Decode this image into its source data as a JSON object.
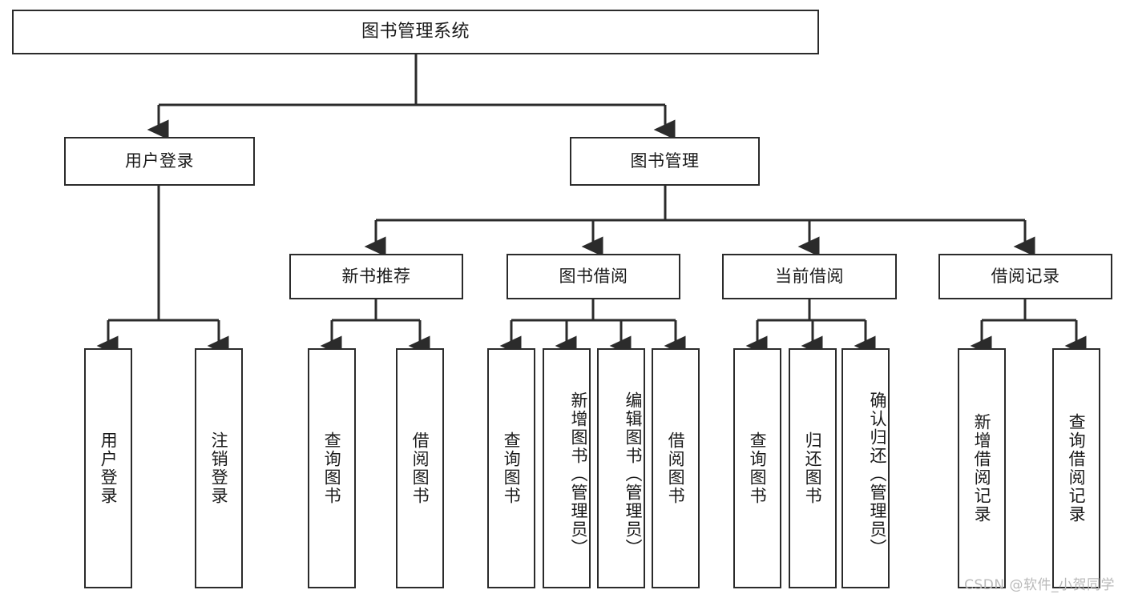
{
  "diagram": {
    "title": "图书管理系统",
    "watermark": "CSDN @软件_小贺同学",
    "line_color": "#2b2b2b",
    "box_border_color": "#2b2b2b",
    "background_color": "#ffffff",
    "text_color": "#1a1a1a",
    "watermark_color": "#b9b9b9"
  },
  "levels": {
    "level1": [
      {
        "id": "root",
        "label": "图书管理系统"
      }
    ],
    "level2": [
      {
        "id": "user-login",
        "label": "用户登录"
      },
      {
        "id": "book-management",
        "label": "图书管理"
      }
    ],
    "level3": [
      {
        "id": "new-book-recommend",
        "label": "新书推荐"
      },
      {
        "id": "book-borrow",
        "label": "图书借阅"
      },
      {
        "id": "current-borrow",
        "label": "当前借阅"
      },
      {
        "id": "borrow-record",
        "label": "借阅记录"
      }
    ],
    "level4": {
      "user_login": [
        {
          "id": "leaf-user-login",
          "label": "用户登录"
        },
        {
          "id": "leaf-logout-login",
          "label": "注销登录"
        }
      ],
      "new_book_recommend": [
        {
          "id": "leaf-query-book-1",
          "label": "查询图书"
        },
        {
          "id": "leaf-borrow-book-1",
          "label": "借阅图书"
        }
      ],
      "book_borrow": [
        {
          "id": "leaf-query-book-2",
          "label": "查询图书"
        },
        {
          "id": "leaf-add-book",
          "label": "新增图书（管理员）"
        },
        {
          "id": "leaf-edit-book",
          "label": "编辑图书（管理员）"
        },
        {
          "id": "leaf-borrow-book-2",
          "label": "借阅图书"
        }
      ],
      "current_borrow": [
        {
          "id": "leaf-query-book-3",
          "label": "查询图书"
        },
        {
          "id": "leaf-return-book",
          "label": "归还图书"
        },
        {
          "id": "leaf-confirm-return",
          "label": "确认归还（管理员）"
        }
      ],
      "borrow_record": [
        {
          "id": "leaf-add-record",
          "label": "新增借阅记录"
        },
        {
          "id": "leaf-query-record",
          "label": "查询借阅记录"
        }
      ]
    }
  }
}
